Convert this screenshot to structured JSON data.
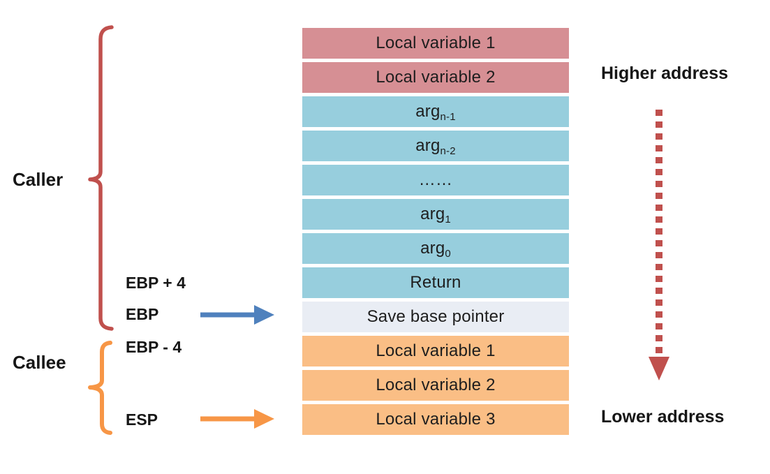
{
  "stack": {
    "rows": [
      {
        "text": "Local variable 1",
        "sub": "",
        "group": "caller-local"
      },
      {
        "text": "Local variable 2",
        "sub": "",
        "group": "caller-local"
      },
      {
        "text": "arg",
        "sub": "n-1",
        "group": "argument"
      },
      {
        "text": "arg",
        "sub": "n-2",
        "group": "argument"
      },
      {
        "text": "……",
        "sub": "",
        "group": "argument"
      },
      {
        "text": "arg",
        "sub": "1",
        "group": "argument"
      },
      {
        "text": "arg",
        "sub": "0",
        "group": "argument"
      },
      {
        "text": "Return",
        "sub": "",
        "group": "argument"
      },
      {
        "text": "Save base pointer",
        "sub": "",
        "group": "saved-base-pointer"
      },
      {
        "text": "Local variable 1",
        "sub": "",
        "group": "callee-local"
      },
      {
        "text": "Local variable 2",
        "sub": "",
        "group": "callee-local"
      },
      {
        "text": "Local variable 3",
        "sub": "",
        "group": "callee-local"
      }
    ]
  },
  "labels": {
    "caller": "Caller",
    "callee": "Callee",
    "ebp_plus_4": "EBP + 4",
    "ebp": "EBP",
    "ebp_minus_4": "EBP - 4",
    "esp": "ESP",
    "higher_address": "Higher address",
    "lower_address": "Lower address"
  },
  "colors": {
    "caller_local_fill": "#d68f94",
    "argument_fill": "#97cedd",
    "saved_base_pointer_fill": "#e9edf4",
    "callee_local_fill": "#fabe85",
    "caller_bracket": "#c0504d",
    "callee_bracket": "#f79646",
    "ebp_arrow": "#4f81bd",
    "esp_arrow": "#f79646",
    "address_arrow": "#c0504d",
    "text": "#1e1e1e"
  }
}
